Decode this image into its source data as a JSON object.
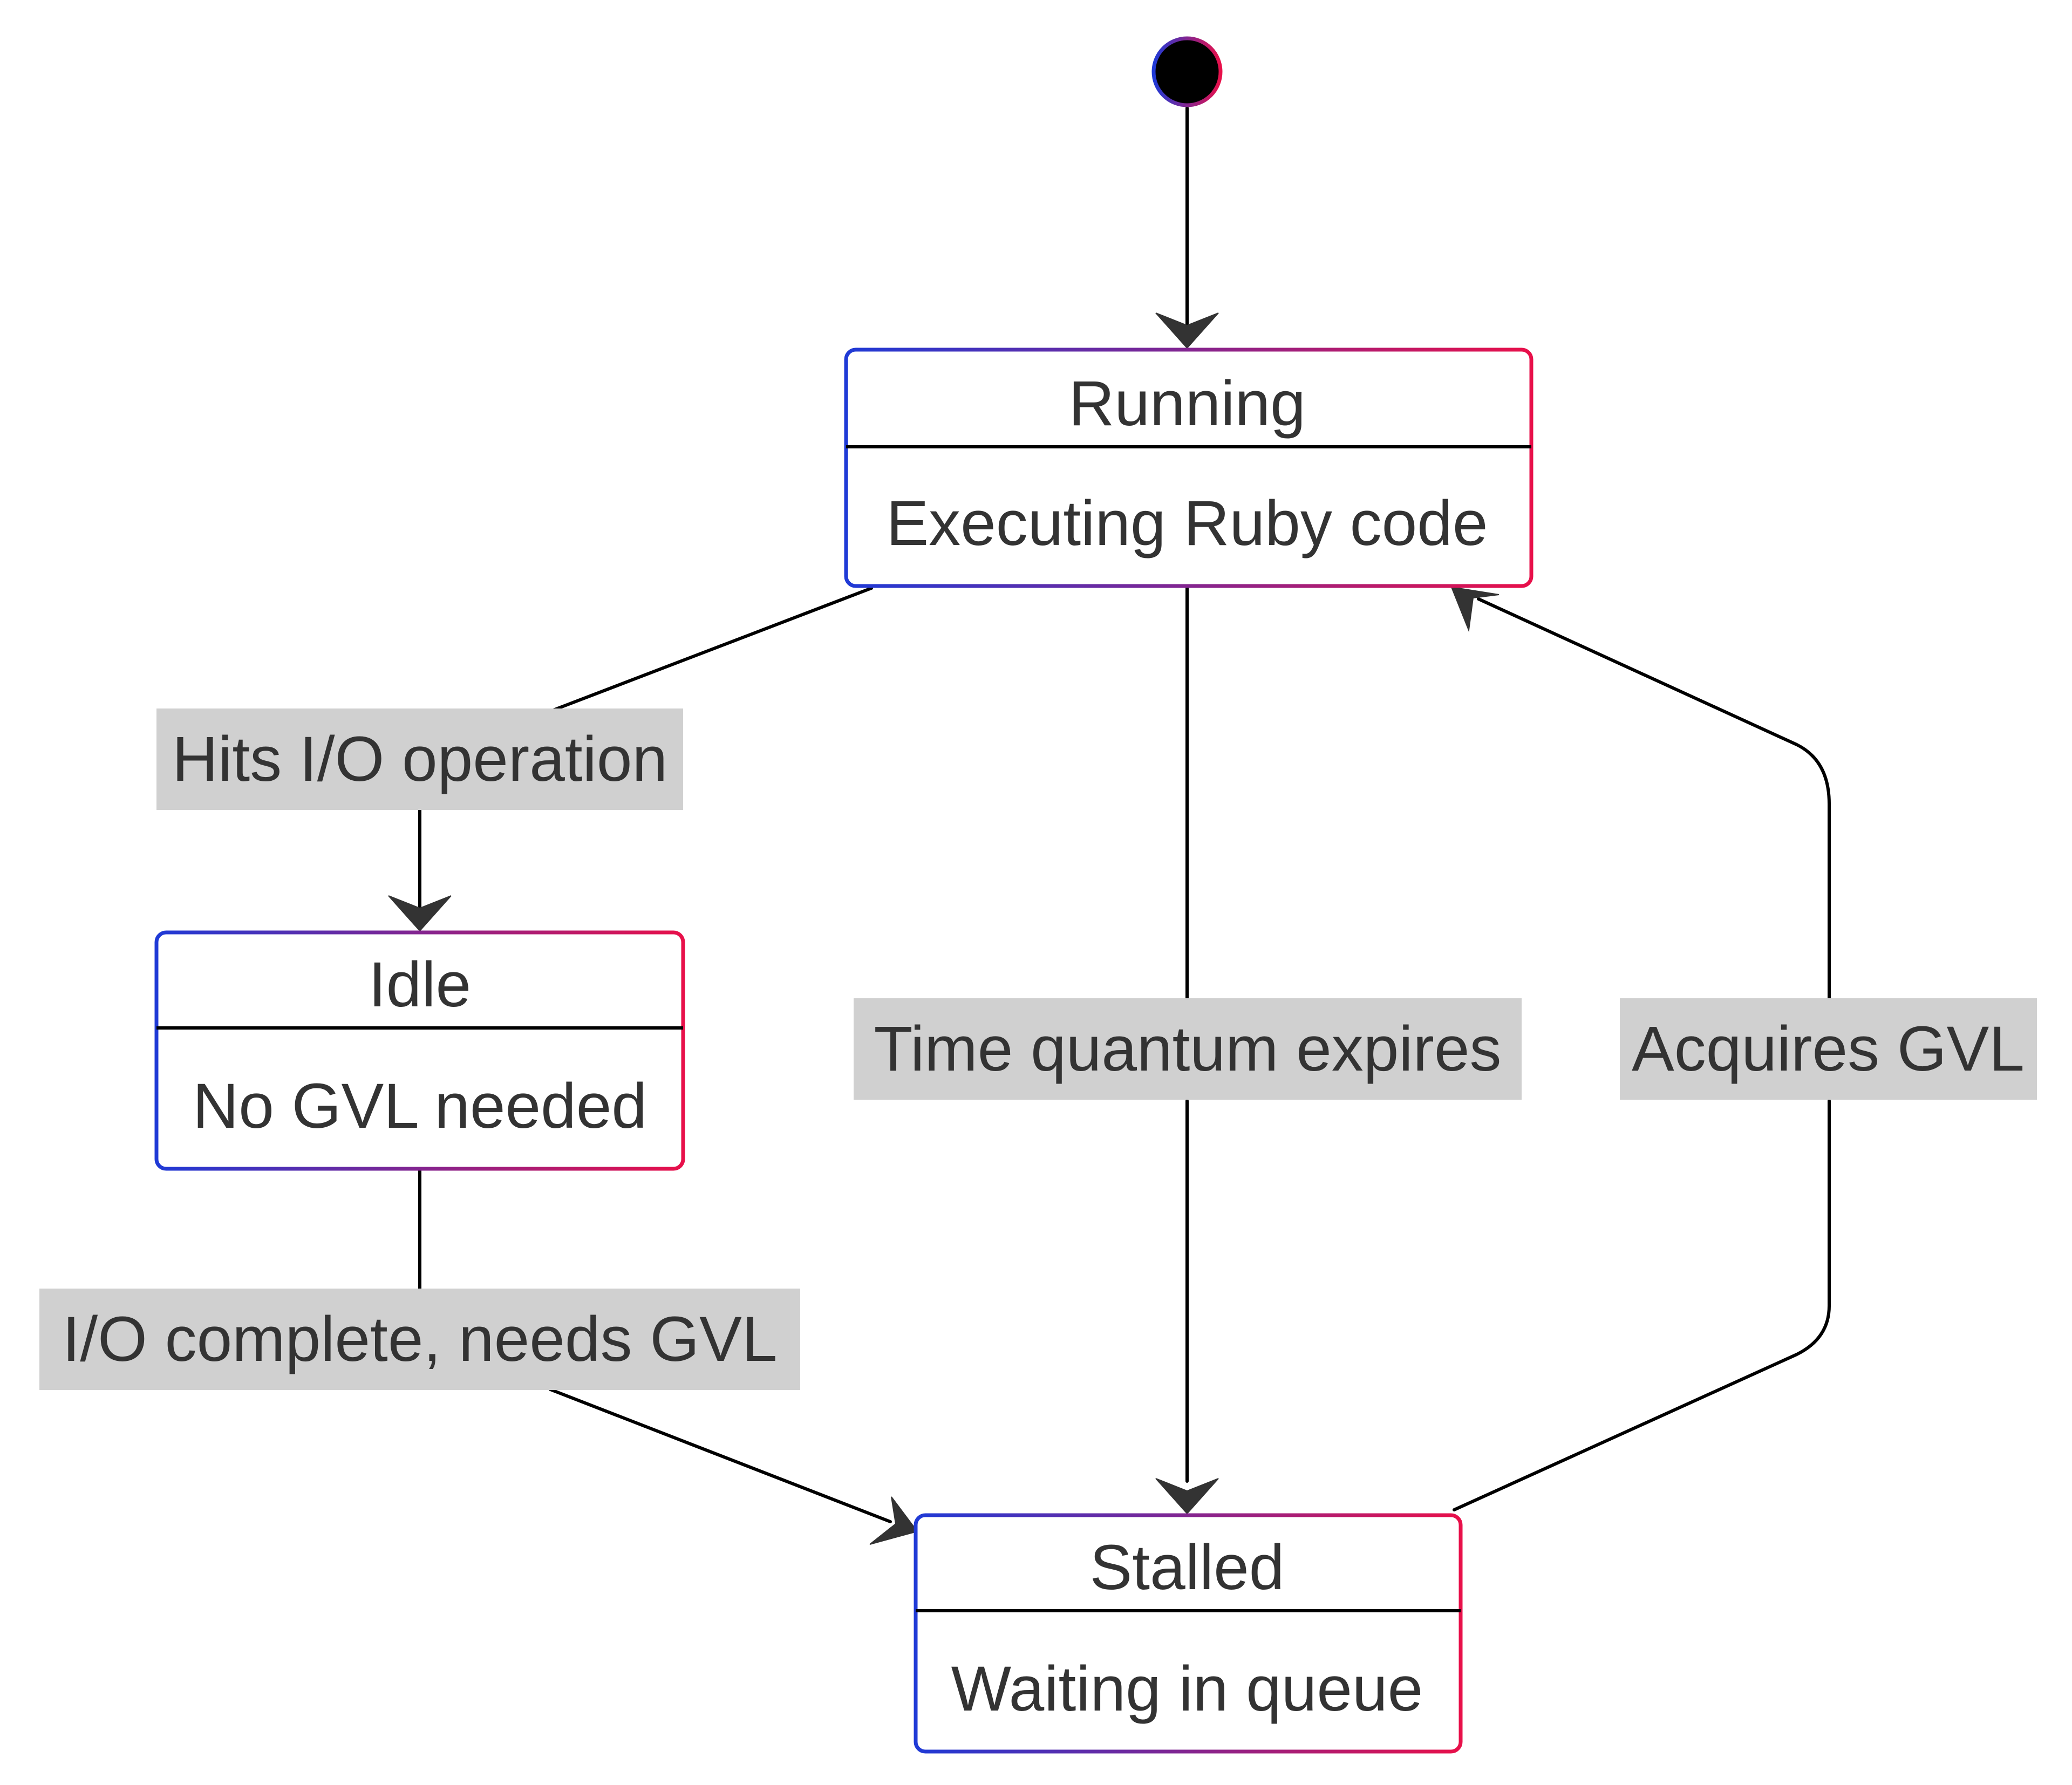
{
  "colors": {
    "gradient_start": "#1f3ad6",
    "gradient_end": "#e8104a",
    "text": "#333333",
    "label_background": "#d0d0d0",
    "edge": "#000000"
  },
  "states": {
    "running": {
      "title": "Running",
      "description": "Executing Ruby code"
    },
    "idle": {
      "title": "Idle",
      "description": "No GVL needed"
    },
    "stalled": {
      "title": "Stalled",
      "description": "Waiting in queue"
    }
  },
  "transitions": {
    "start_to_running": {
      "label": ""
    },
    "running_to_idle": {
      "label": "Hits I/O operation"
    },
    "running_to_stalled": {
      "label": "Time quantum expires"
    },
    "idle_to_stalled": {
      "label": "I/O complete, needs GVL"
    },
    "stalled_to_running": {
      "label": "Acquires GVL"
    }
  }
}
